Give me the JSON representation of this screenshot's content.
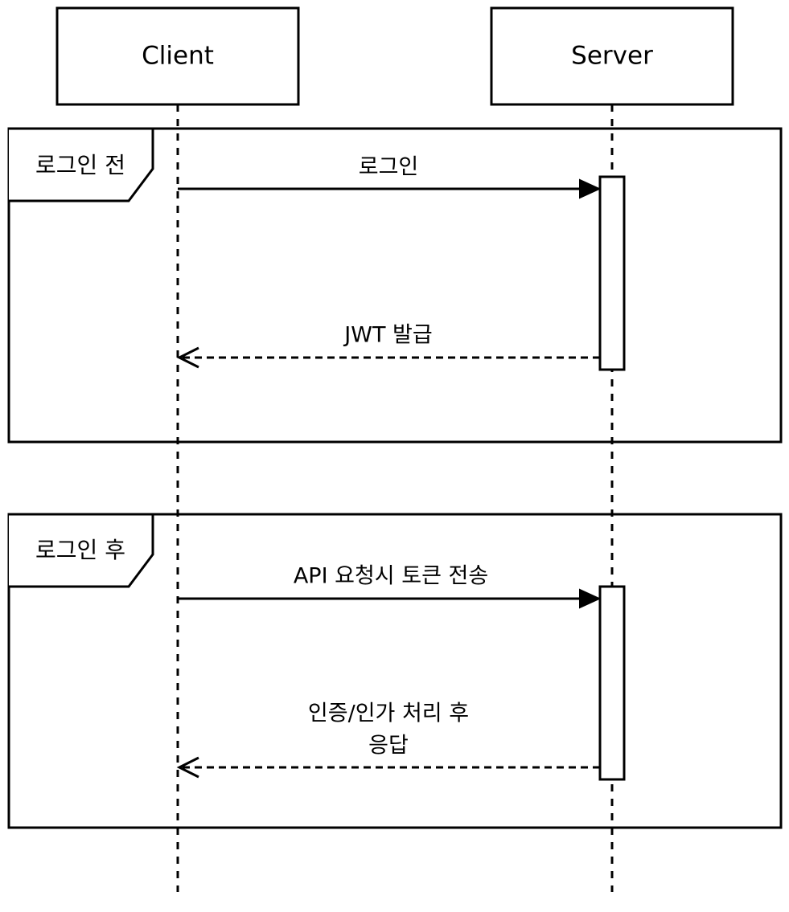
{
  "participants": {
    "client": "Client",
    "server": "Server"
  },
  "fragments": [
    {
      "label": "로그인 전",
      "messages": [
        {
          "label": "로그인",
          "from": "Client",
          "to": "Server",
          "kind": "synchronous request"
        },
        {
          "label": "JWT 발급",
          "from": "Server",
          "to": "Client",
          "kind": "dashed reply"
        }
      ]
    },
    {
      "label": "로그인 후",
      "messages": [
        {
          "label": "API 요청시 토큰 전송",
          "from": "Client",
          "to": "Server",
          "kind": "synchronous request"
        },
        {
          "label_lines": [
            "인증/인가 처리 후",
            "응답"
          ],
          "from": "Server",
          "to": "Client",
          "kind": "dashed reply"
        }
      ]
    }
  ],
  "colors": {
    "stroke": "#000000",
    "background": "#ffffff"
  }
}
